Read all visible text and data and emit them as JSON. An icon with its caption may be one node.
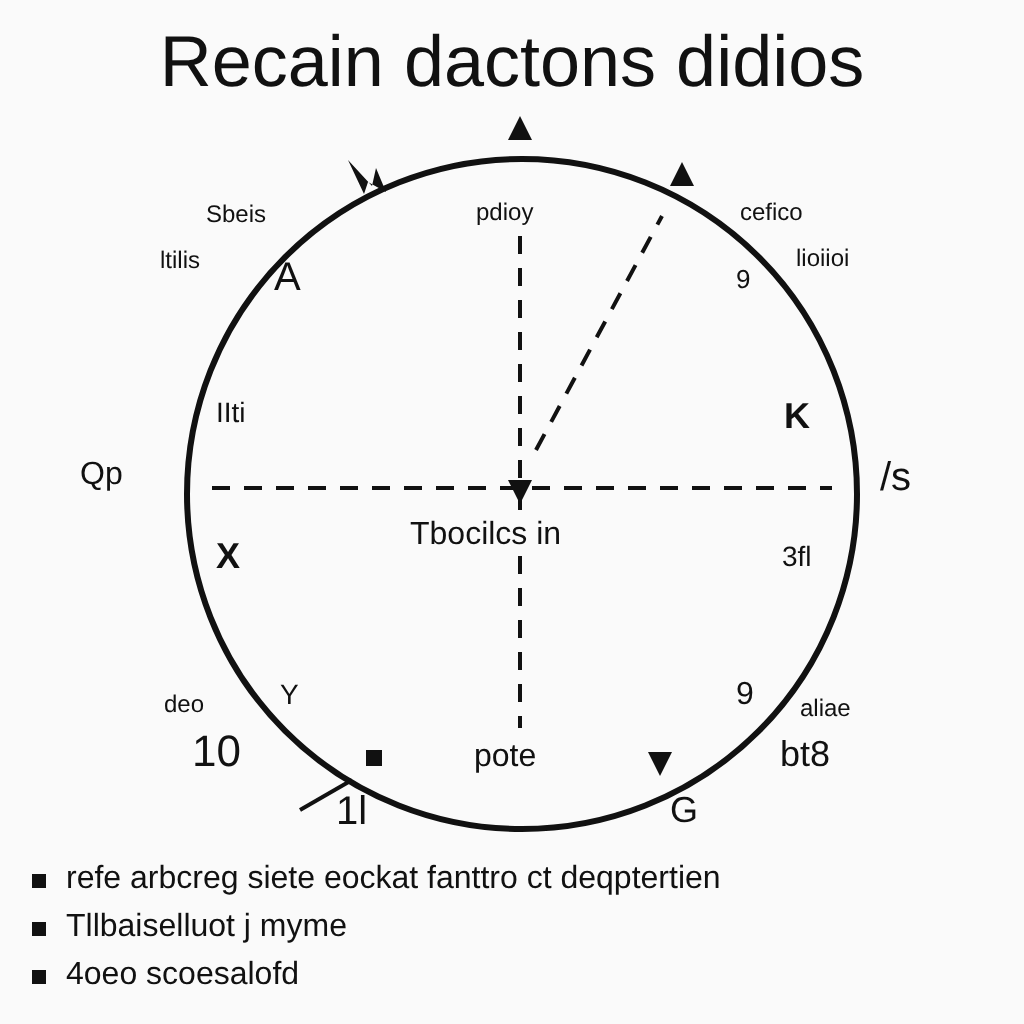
{
  "diagram": {
    "title": "Recain dactons didios",
    "nodes": [
      {
        "text": [
          "Tbocilcs in"
        ]
      }
    ],
    "edges": [],
    "labels": [
      "Sbeis",
      "ltilis",
      "A",
      "pdioy",
      "cefico",
      "lioiioi",
      "9",
      "IIti",
      "K",
      "Qp",
      "/s",
      "X",
      "3fl",
      "deo",
      "Y",
      "9",
      "aliae",
      "10",
      "pote",
      "bt8",
      "1l",
      "G",
      "refe arbcreg siete eockat fanttro ct deqptertien",
      "Tllbaiselluot j myme",
      "4oeo scoesalofd"
    ]
  }
}
